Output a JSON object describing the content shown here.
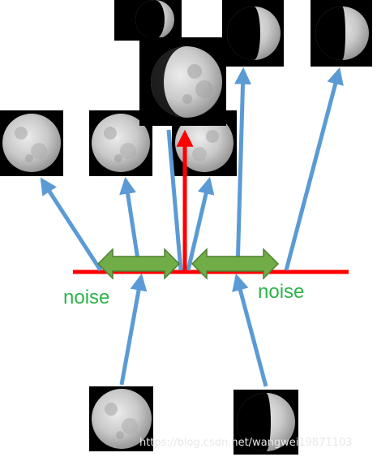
{
  "labels": {
    "noise_left": "noise",
    "noise_right": "noise"
  },
  "watermark": "https://blog.csdn.net/wangwei19871103",
  "colors": {
    "blue_arrow": "#5b9bd5",
    "red": "#ff0000",
    "green_arrow": "#70ad47",
    "green_arrow_stroke": "#507e32",
    "noise_text": "#2db34a",
    "tile_bg": "#000000",
    "moon_light": "#e4e4e4",
    "moon_mid": "#b5b5b5",
    "moon_dark": "#7d7d7d"
  },
  "icons": {
    "full_moon": "full-moon-icon",
    "gibbous_moon": "gibbous-moon-icon",
    "half_moon": "half-moon-icon",
    "crescent_moon": "crescent-moon-icon"
  }
}
